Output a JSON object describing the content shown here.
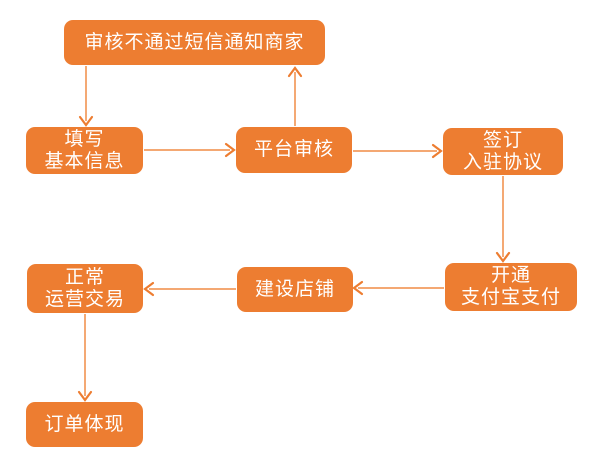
{
  "diagram": {
    "type": "flowchart",
    "colors": {
      "node_fill": "#ED7D31",
      "node_text": "#FFFFFF",
      "arrow": "#ED7D31",
      "background": "#FFFFFF"
    },
    "nodes": {
      "notify": {
        "label": "审核不通过短信通知商家"
      },
      "fill": {
        "line1": "填写",
        "line2": "基本信息"
      },
      "review": {
        "label": "平台审核"
      },
      "sign": {
        "line1": "签订",
        "line2": "入驻协议"
      },
      "alipay": {
        "line1": "开通",
        "line2": "支付宝支付"
      },
      "shop": {
        "label": "建设店铺"
      },
      "operate": {
        "line1": "正常",
        "line2": "运营交易"
      },
      "order": {
        "label": "订单体现"
      }
    },
    "edges": [
      {
        "from": "填写基本信息",
        "to": "平台审核"
      },
      {
        "from": "平台审核",
        "to": "审核不通过短信通知商家"
      },
      {
        "from": "审核不通过短信通知商家",
        "to": "填写基本信息"
      },
      {
        "from": "平台审核",
        "to": "签订入驻协议"
      },
      {
        "from": "签订入驻协议",
        "to": "开通支付宝支付"
      },
      {
        "from": "开通支付宝支付",
        "to": "建设店铺"
      },
      {
        "from": "建设店铺",
        "to": "正常运营交易"
      },
      {
        "from": "正常运营交易",
        "to": "订单体现"
      }
    ]
  }
}
